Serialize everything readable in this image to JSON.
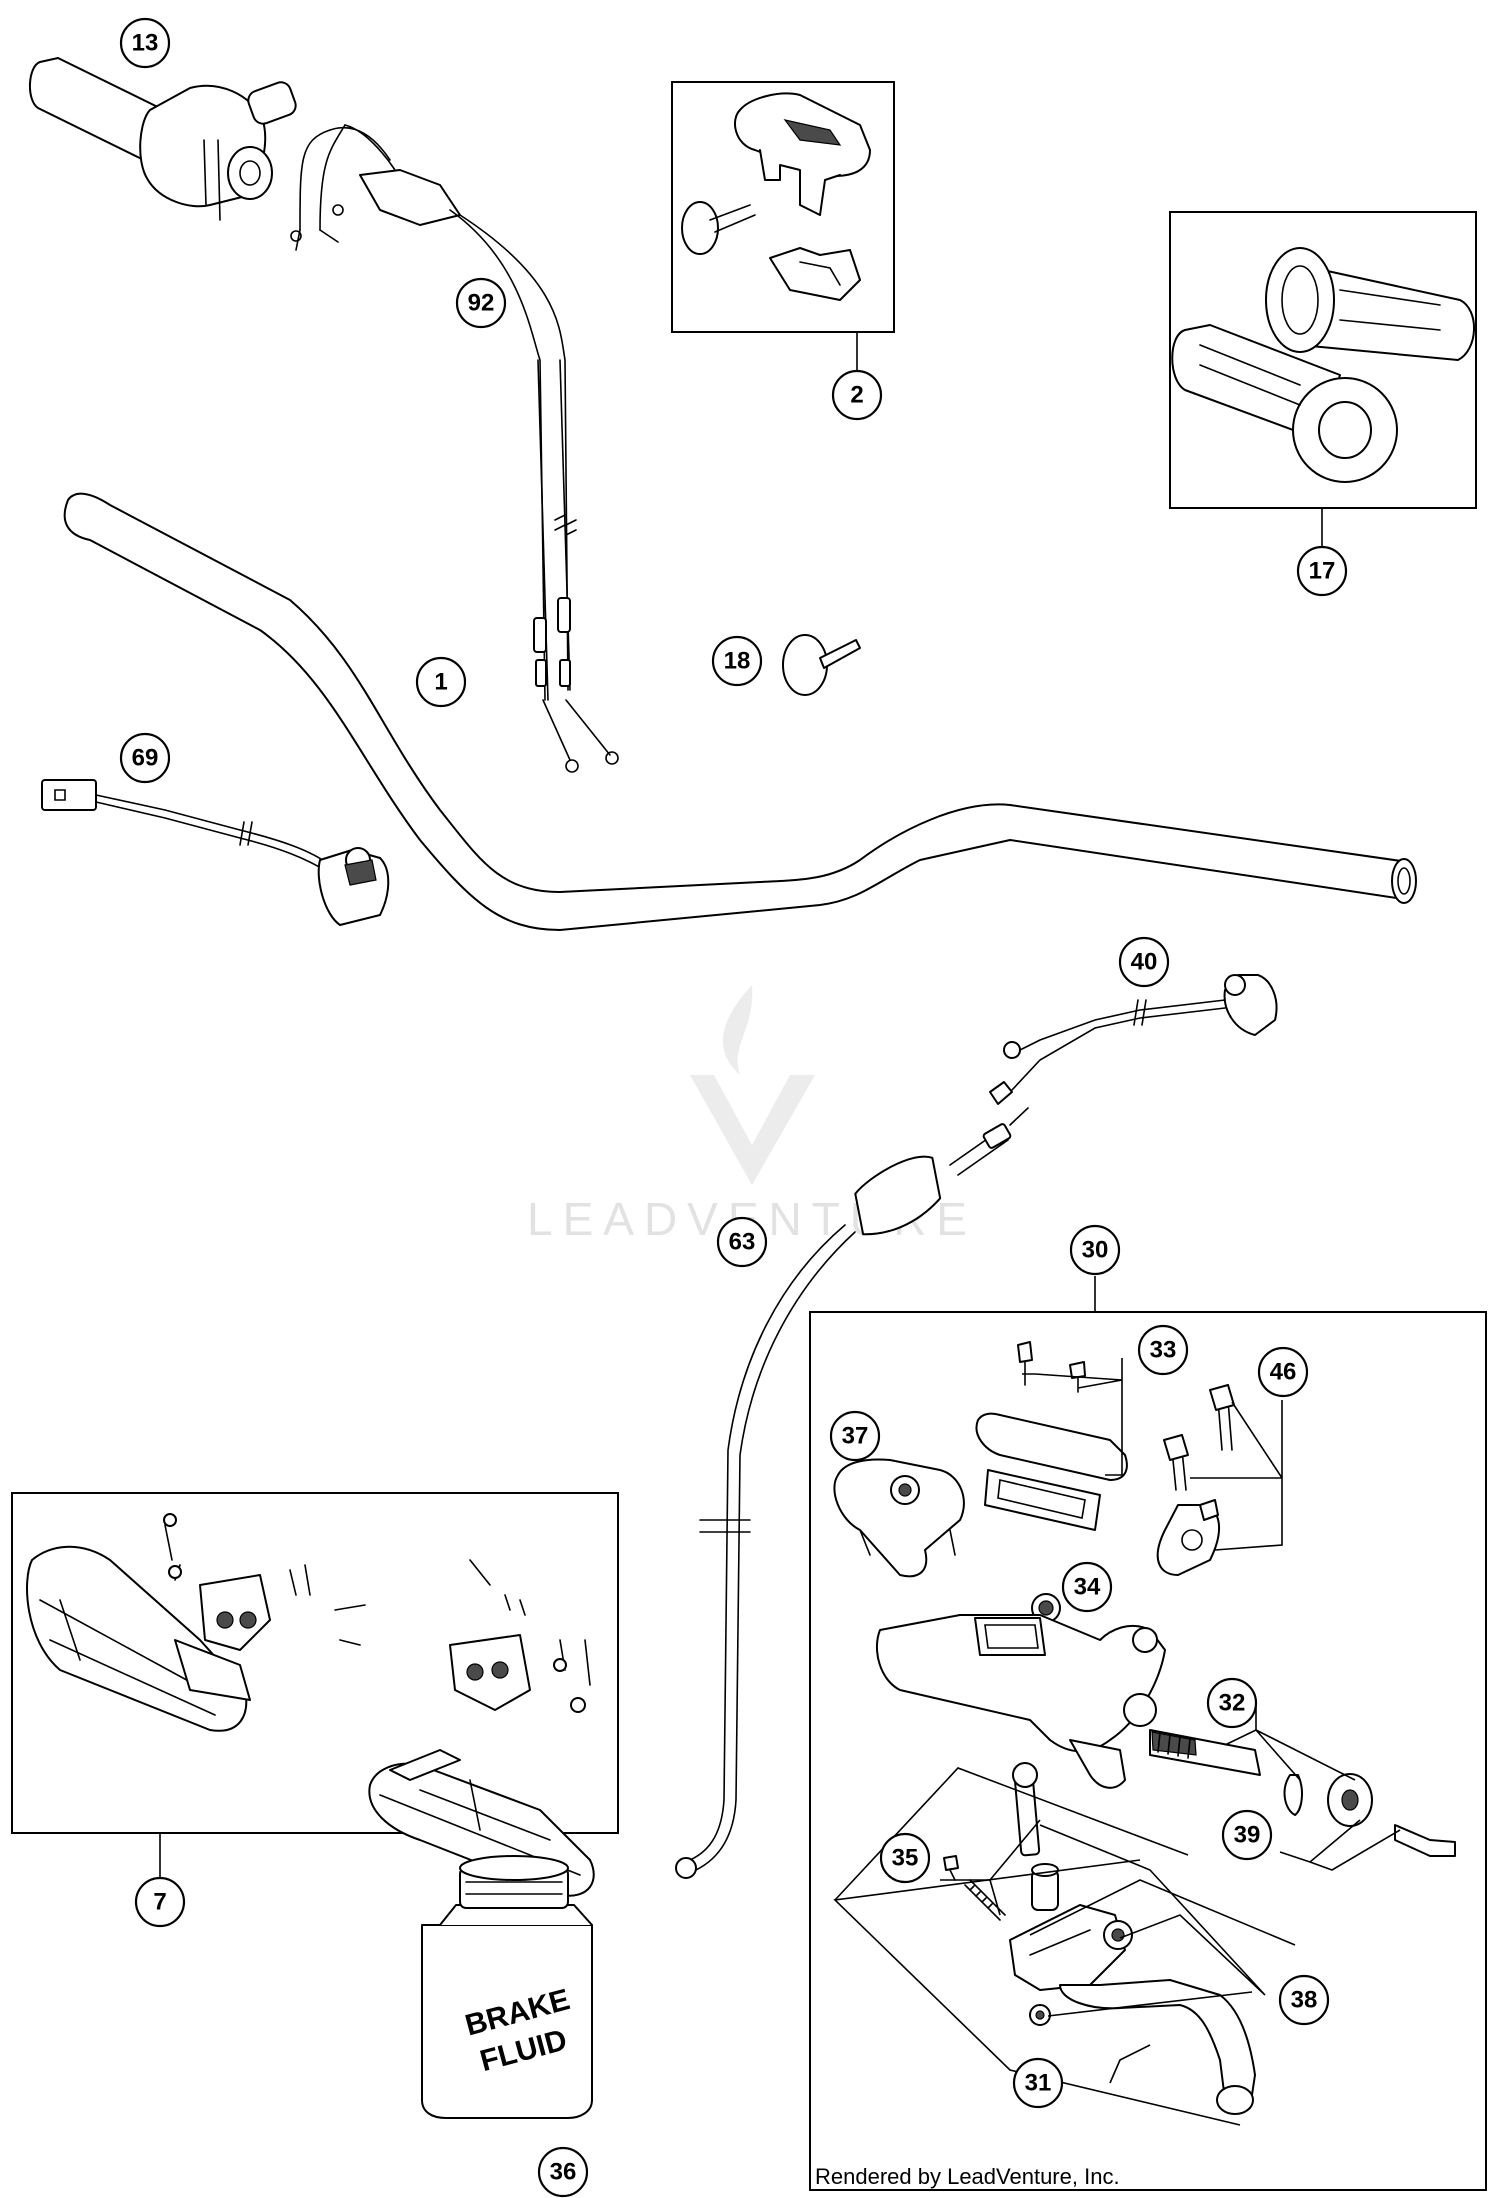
{
  "callouts": [
    "1",
    "2",
    "7",
    "13",
    "17",
    "18",
    "30",
    "31",
    "32",
    "33",
    "34",
    "35",
    "36",
    "37",
    "38",
    "39",
    "40",
    "46",
    "63",
    "69",
    "92"
  ],
  "container_label": {
    "line1": "BRAKE",
    "line2": "FLUID"
  },
  "watermark": "LEADVENTURE",
  "credit": "Rendered by LeadVenture, Inc."
}
